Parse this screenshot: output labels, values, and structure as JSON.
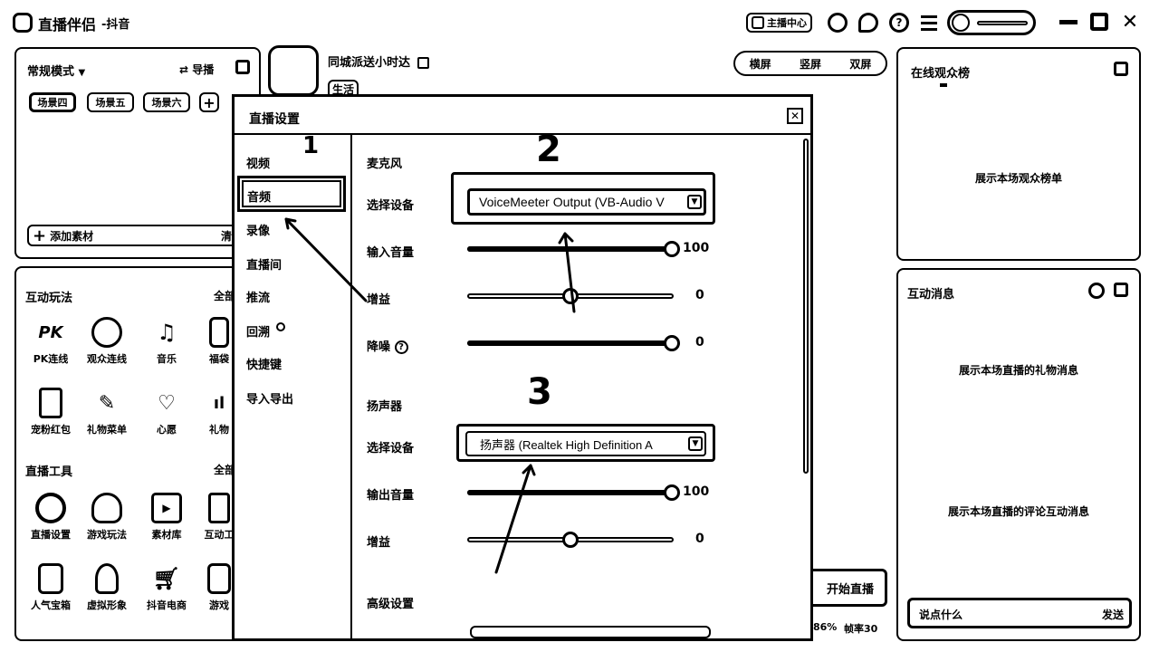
{
  "app": {
    "title": "直播伴侣",
    "platform": "-抖音",
    "creator_center": "主播中心"
  },
  "left_top": {
    "mode": "常规模式",
    "import_label": "导播",
    "scenes": [
      "场景四",
      "场景五",
      "场景六"
    ],
    "add_material": "添加素材",
    "clear": "清"
  },
  "interactive": {
    "title": "互动玩法",
    "all_label": "全部",
    "items": [
      "PK连线",
      "观众连线",
      "音乐",
      "福袋",
      "宠粉红包",
      "礼物菜单",
      "心愿",
      "礼物"
    ]
  },
  "tools": {
    "title": "直播工具",
    "all_label": "全部",
    "items": [
      "直播设置",
      "游戏玩法",
      "素材库",
      "互动工",
      "人气宝箱",
      "虚拟形象",
      "抖音电商",
      "游戏"
    ]
  },
  "stream_info": {
    "title": "同城派送小时达",
    "category": "生活"
  },
  "view_toggle": [
    "横屏",
    "竖屏",
    "双屏"
  ],
  "right_top": {
    "title": "在线观众榜",
    "placeholder": "展示本场观众榜单"
  },
  "right_bottom": {
    "title": "互动消息",
    "gift_placeholder": "展示本场直播的礼物消息",
    "comment_placeholder": "展示本场直播的评论互动消息",
    "input_placeholder": "说点什么",
    "send": "发送"
  },
  "start_button": "开始直播",
  "status": {
    "cpu": "86%",
    "fps": "帧率30"
  },
  "dialog": {
    "title": "直播设置",
    "menu": [
      "视频",
      "音频",
      "录像",
      "直播间",
      "推流",
      "回溯",
      "快捷键",
      "导入导出"
    ],
    "mic_section": "麦克风",
    "select_device": "选择设备",
    "mic_device": "VoiceMeeter Output (VB-Audio V",
    "input_volume": "输入音量",
    "input_volume_val": "100",
    "gain": "增益",
    "gain_val": "0",
    "noise": "降噪",
    "noise_val": "0",
    "speaker_section": "扬声器",
    "speaker_device": "扬声器 (Realtek High Definition A",
    "output_volume": "输出音量",
    "output_volume_val": "100",
    "speaker_gain_val": "0",
    "advanced": "高级设置",
    "annotations": [
      "1",
      "2",
      "3"
    ]
  },
  "sliders": {
    "input_volume": 1.0,
    "mic_gain": 0.5,
    "noise": 1.0,
    "output_volume": 1.0,
    "speaker_gain": 0.5
  }
}
